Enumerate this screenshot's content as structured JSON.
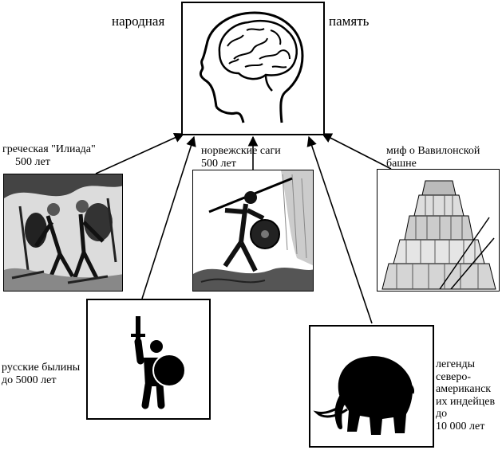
{
  "center": {
    "left_word": "народная",
    "right_word": "память",
    "icon": "brain-head-icon"
  },
  "sources": {
    "iliad": {
      "lines": [
        "греческая \"Илиада\"",
        "500 лет"
      ],
      "icon": "greek-battle-picture"
    },
    "sagas": {
      "lines": [
        "норвежские саги",
        "500 лет"
      ],
      "icon": "viking-warrior-picture"
    },
    "babel": {
      "lines": [
        "миф о Вавилонской",
        "башне"
      ],
      "icon": "tower-of-babel-picture"
    },
    "byliny": {
      "lines": [
        "русские былины",
        "до 5000 лет"
      ],
      "icon": "warrior-with-sword-and-shield-icon"
    },
    "legends": {
      "lines": [
        "легенды",
        "северо-",
        "американск",
        "их индейцев",
        "до",
        "10 000 лет"
      ],
      "icon": "mammoth-icon"
    }
  }
}
